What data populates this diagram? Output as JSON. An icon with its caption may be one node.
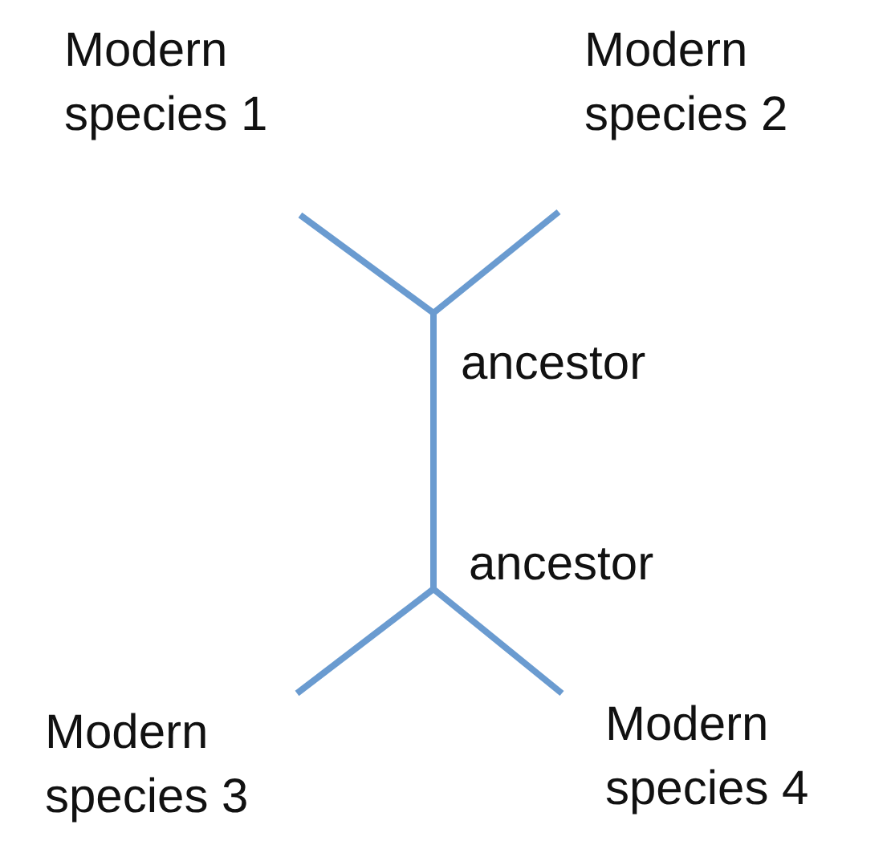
{
  "diagram": {
    "nodes": [
      {
        "text": [
          "Modern species 1"
        ]
      },
      {
        "text": [
          "Modern species 2"
        ]
      },
      {
        "text": [
          "ancestor"
        ]
      },
      {
        "text": [
          "ancestor"
        ]
      },
      {
        "text": [
          "Modern species 3"
        ]
      },
      {
        "text": [
          "Modern species 4"
        ]
      }
    ],
    "edges": [
      {
        "from": 2,
        "to": 0,
        "arrow": "none"
      },
      {
        "from": 2,
        "to": 1,
        "arrow": "none"
      },
      {
        "from": 2,
        "to": 3,
        "arrow": "none"
      },
      {
        "from": 3,
        "to": 4,
        "arrow": "none"
      },
      {
        "from": 3,
        "to": 5,
        "arrow": "none"
      }
    ]
  }
}
